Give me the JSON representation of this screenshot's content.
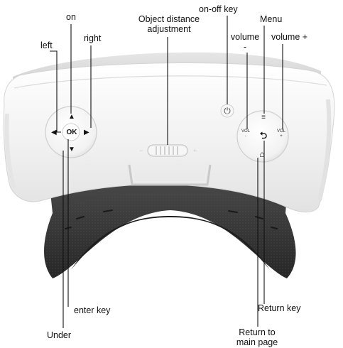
{
  "labels": {
    "on": "on",
    "left": "left",
    "right": "right",
    "object_distance_line1": "Object distance",
    "object_distance_line2": "adjustment",
    "on_off_key": "on-off key",
    "menu": "Menu",
    "volume_minus_line1": "volume",
    "volume_minus_line2": "-",
    "volume_plus": "volume +",
    "enter_key": "enter key",
    "under": "Under",
    "return_key": "Return key",
    "return_main_line1": "Return to",
    "return_main_line2": "main page"
  },
  "device": {
    "ok_label": "OK",
    "vol_minus_line1": "VOL",
    "vol_minus_line2": "-",
    "vol_plus_line1": "VOL",
    "vol_plus_line2": "+",
    "colors": {
      "shell": "#f4f4f4",
      "shell_edge": "#d9d9d9",
      "foam": "#3a3a3a",
      "foam_dark": "#262626",
      "button_face": "#f7f7f7",
      "label_line": "#111111"
    }
  }
}
